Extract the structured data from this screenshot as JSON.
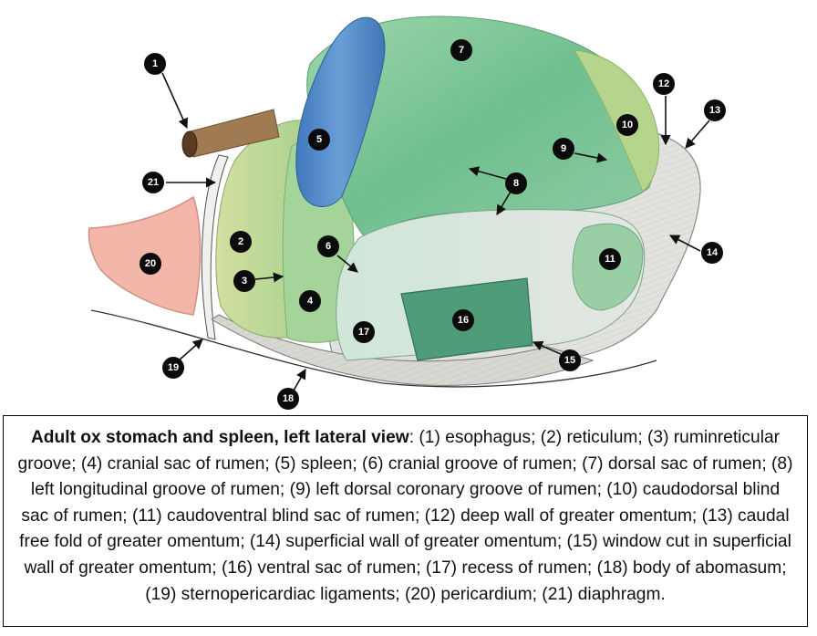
{
  "caption": {
    "title": "Adult ox stomach and spleen, left lateral view",
    "separator": ": ",
    "text": "(1) esophagus; (2) reticulum; (3) ruminreticular groove; (4) cranial sac of rumen; (5) spleen; (6) cranial groove of rumen; (7) dorsal sac of rumen; (8) left longitudinal groove of rumen; (9) left dorsal coronary groove of rumen; (10) caudodorsal blind sac of rumen; (11) caudoventral blind sac of rumen; (12) deep wall of greater omentum; (13) caudal free fold of greater omentum; (14) superficial wall of greater omentum; (15) window cut in superficial wall of greater omentum; (16) ventral sac of rumen; (17) recess of rumen; (18) body of abomasum; (19) sternopericardiac ligaments; (20) pericardium; (21) diaphragm."
  },
  "labels": [
    "1",
    "2",
    "3",
    "4",
    "5",
    "6",
    "7",
    "8",
    "9",
    "10",
    "11",
    "12",
    "13",
    "14",
    "15",
    "16",
    "17",
    "18",
    "19",
    "20",
    "21"
  ],
  "colors": {
    "badge": "#0b0b0b",
    "rumen_green": "#7fc79a",
    "reticulum_green": "#b7d58d",
    "spleen_blue": "#5b8ec9",
    "pericardium_pink": "#f2b7a8",
    "omentum_gray": "#dcdcd8",
    "esophagus_brown": "#a07a52",
    "ventral_sac": "#4f9c79"
  }
}
